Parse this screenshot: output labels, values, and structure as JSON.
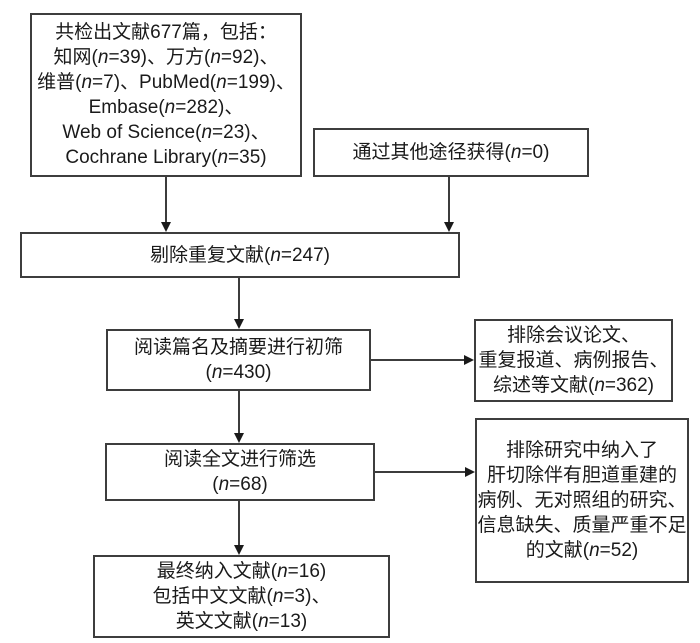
{
  "diagram": {
    "kind": "literature-screening-flowchart",
    "colors": {
      "background": "#ffffff",
      "border": "#3d3d3d",
      "text": "#1a1a1a",
      "arrow": "#1a1a1a"
    },
    "boxes": {
      "identified": {
        "lines": [
          "共检出文献677篇，包括：",
          "知网(n=39)、万方(n=92)、",
          "维普(n=7)、PubMed(n=199)、",
          "Embase(n=282)、",
          "Web of Science(n=23)、",
          "Cochrane Library(n=35)"
        ]
      },
      "other_sources": {
        "lines": [
          "通过其他途径获得(n=0)"
        ]
      },
      "duplicates_removed": {
        "lines": [
          "剔除重复文献(n=247)"
        ]
      },
      "title_abstract_screening": {
        "lines": [
          "阅读篇名及摘要进行初筛",
          "(n=430)"
        ]
      },
      "excluded_initial": {
        "lines": [
          "排除会议论文、",
          "重复报道、病例报告、",
          "综述等文献(n=362)"
        ]
      },
      "fulltext_screening": {
        "lines": [
          "阅读全文进行筛选",
          "(n=68)"
        ]
      },
      "excluded_fulltext": {
        "lines": [
          "排除研究中纳入了",
          "肝切除伴有胆道重建的",
          "病例、无对照组的研究、",
          "信息缺失、质量严重不足",
          "的文献(n=52)"
        ]
      },
      "included": {
        "lines": [
          "最终纳入文献(n=16)",
          "包括中文文献(n=3)、",
          "英文文献(n=13)"
        ]
      }
    }
  }
}
